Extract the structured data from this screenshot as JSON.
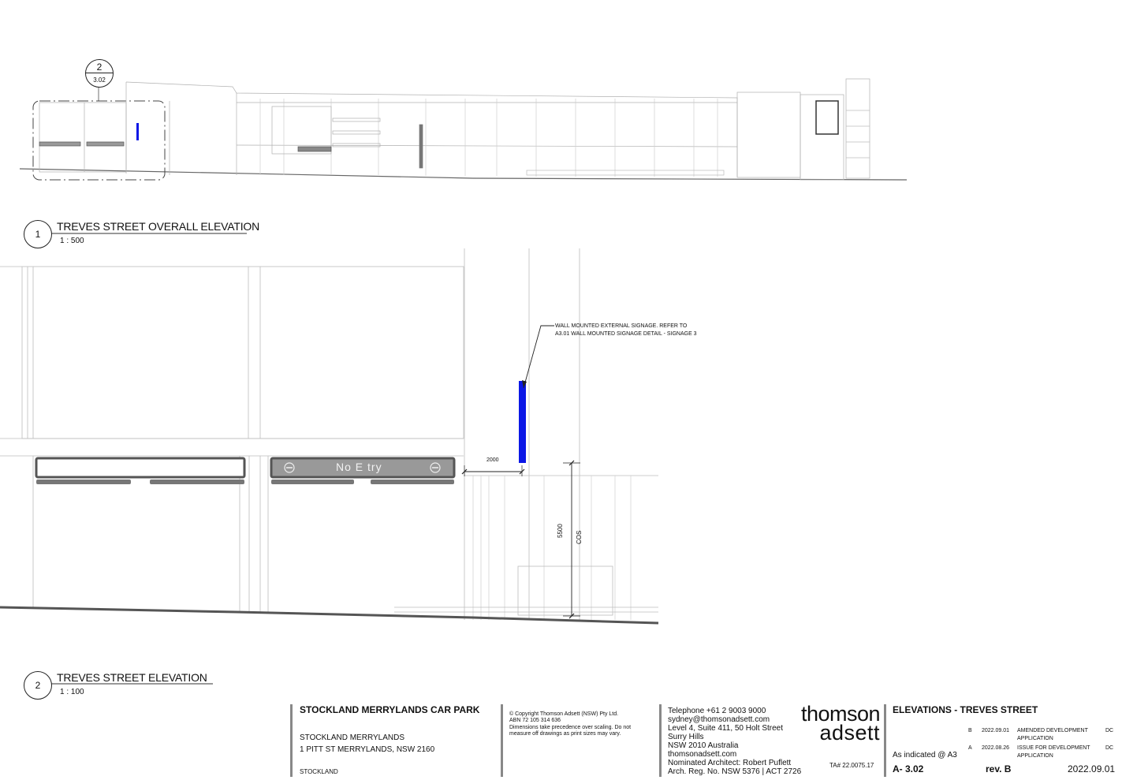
{
  "views": {
    "overall": {
      "number": "1",
      "title": "TREVES STREET OVERALL ELEVATION",
      "scale": "1 : 500",
      "callout_number": "2",
      "callout_sheet": "3.02"
    },
    "detail": {
      "number": "2",
      "title": "TREVES STREET ELEVATION",
      "scale": "1 : 100",
      "sign_text": "No E  try",
      "dimension_width": "2000",
      "dimension_height": "5500",
      "dimension_height_label": "COS",
      "annotation_line1": "WALL MOUNTED EXTERNAL SIGNAGE. REFER TO",
      "annotation_line2": "A3.01 WALL MOUNTED SIGNAGE DETAIL - SIGNAGE 3"
    }
  },
  "title_block": {
    "project_name": "STOCKLAND MERRYLANDS CAR PARK",
    "site_name": "STOCKLAND MERRYLANDS",
    "site_address": "1 PITT ST MERRYLANDS, NSW 2160",
    "client": "STOCKLAND",
    "copyright": "© Copyright Thomson Adsett (NSW) Pty Ltd.",
    "abn": "ABN 72 105 314 636",
    "disclaimer_1": "Dimensions take precedence over scaling. Do not",
    "disclaimer_2": "measure off drawings as print sizes may vary.",
    "contact": [
      "Telephone +61 2 9003 9000",
      "sydney@thomsonadsett.com",
      "Level 4, Suite 411, 50 Holt Street",
      "Surry Hills",
      "NSW 2010 Australia",
      "thomsonadsett.com",
      "Nominated Architect: Robert Puflett",
      "Arch. Reg. No. NSW 5376 | ACT 2726"
    ],
    "logo_line1": "thomson",
    "logo_line2": "adsett",
    "ta_number": "TA# 22.0075.17",
    "sheet_title": "ELEVATIONS - TREVES STREET",
    "scale_note": "As indicated @ A3",
    "sheet_number": "A- 3.02",
    "revision": "rev. B",
    "date": "2022.09.01",
    "revisions": [
      {
        "rev": "B",
        "date": "2022.09.01",
        "desc_1": "AMENDED DEVELOPMENT",
        "desc_2": "APPLICATION",
        "by": "DC"
      },
      {
        "rev": "A",
        "date": "2022.08.26",
        "desc_1": "ISSUE FOR DEVELOPMENT",
        "desc_2": "APPLICATION",
        "by": "DC"
      }
    ]
  },
  "colors": {
    "signage_blue": "#0b17e6",
    "line": "#9a9a9a",
    "dark_line": "#555555"
  }
}
